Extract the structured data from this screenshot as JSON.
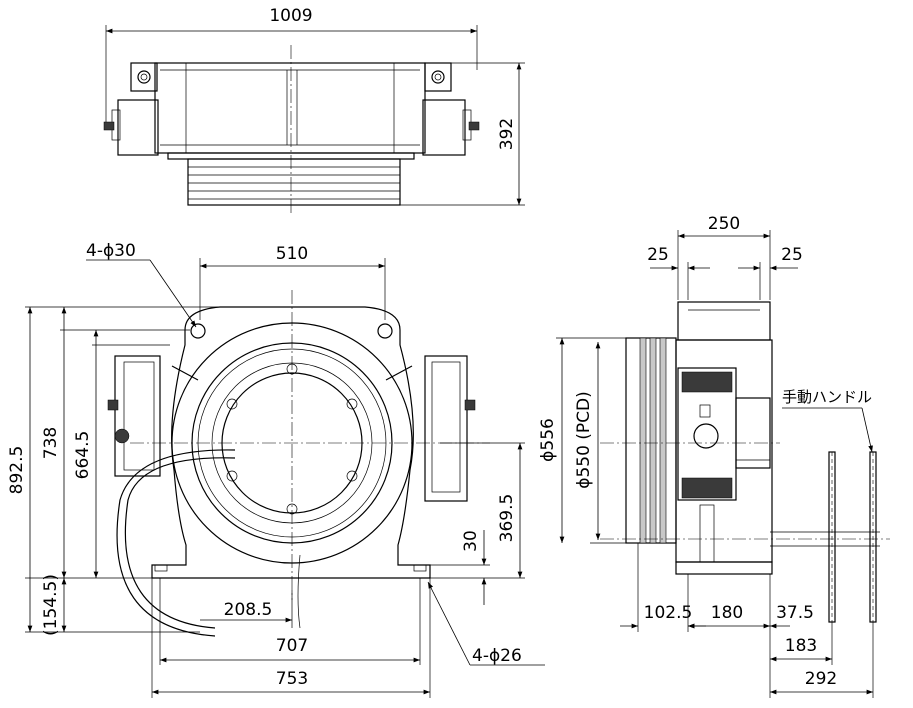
{
  "top_view": {
    "width_label": "1009",
    "height_label": "392"
  },
  "front_view": {
    "hole_top_label": "4-ϕ30",
    "hole_spacing_label": "510",
    "height_overall_label": "892.5",
    "height_738_label": "738",
    "height_664_label": "664.5",
    "height_154_label": "(154.5)",
    "center_height_label": "369.5",
    "base_thickness_label": "30",
    "offset_label": "208.5",
    "width_707_label": "707",
    "width_753_label": "753",
    "hole_bottom_label": "4-ϕ26"
  },
  "side_view": {
    "width_250_label": "250",
    "left_25_label": "25",
    "right_25_label": "25",
    "diameter_556_label": "ϕ556",
    "pcd_label": "ϕ550 (PCD)",
    "handle_label": "手動ハンドル",
    "dim_102_label": "102.5",
    "dim_180_label": "180",
    "dim_37_label": "37.5",
    "dim_183_label": "183",
    "dim_292_label": "292"
  }
}
